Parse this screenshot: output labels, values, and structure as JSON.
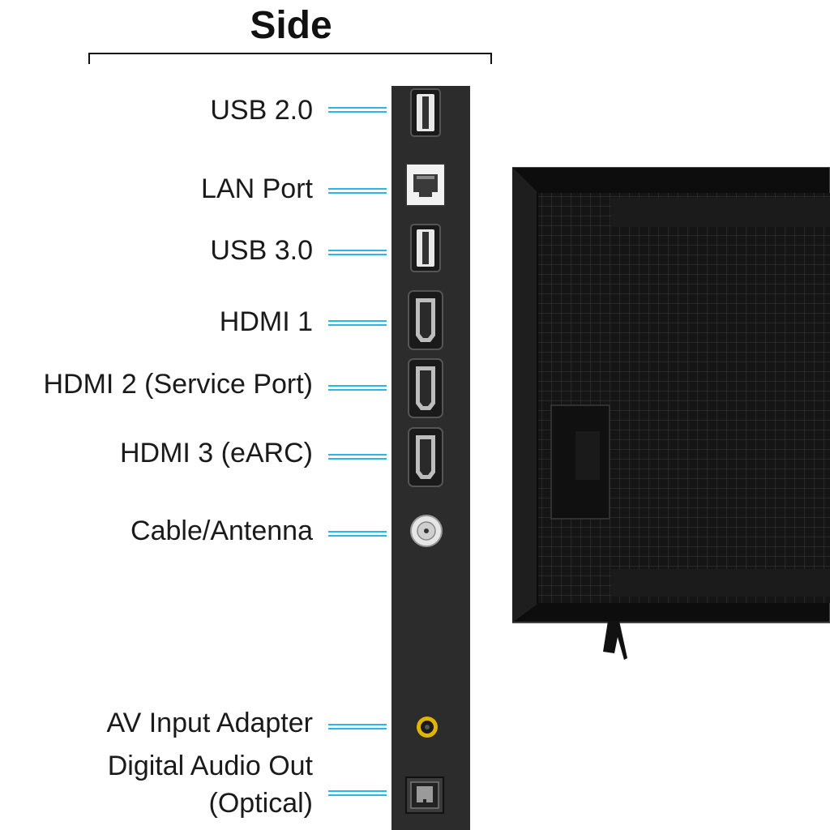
{
  "title": "Side",
  "ports": [
    {
      "key": "usb2",
      "label": "USB 2.0",
      "icon": "usb-a-port-icon"
    },
    {
      "key": "lan",
      "label": "LAN Port",
      "icon": "ethernet-port-icon"
    },
    {
      "key": "usb3",
      "label": "USB 3.0",
      "icon": "usb-a-port-icon"
    },
    {
      "key": "hdmi1",
      "label": "HDMI 1",
      "icon": "hdmi-port-icon"
    },
    {
      "key": "hdmi2",
      "label": "HDMI 2 (Service Port)",
      "icon": "hdmi-port-icon"
    },
    {
      "key": "hdmi3",
      "label": "HDMI 3 (eARC)",
      "icon": "hdmi-port-icon"
    },
    {
      "key": "antenna",
      "label": "Cable/Antenna",
      "icon": "coaxial-port-icon"
    },
    {
      "key": "av",
      "label": "AV Input Adapter",
      "icon": "av-jack-icon"
    },
    {
      "key": "optical",
      "label_line1": "Digital Audio Out",
      "label_line2": "(Optical)",
      "icon": "optical-port-icon"
    }
  ],
  "colors": {
    "leader": "#29b6e8",
    "panel": "#2c2c2c",
    "tv_body": "#111111",
    "av_ring": "#e0b400"
  }
}
